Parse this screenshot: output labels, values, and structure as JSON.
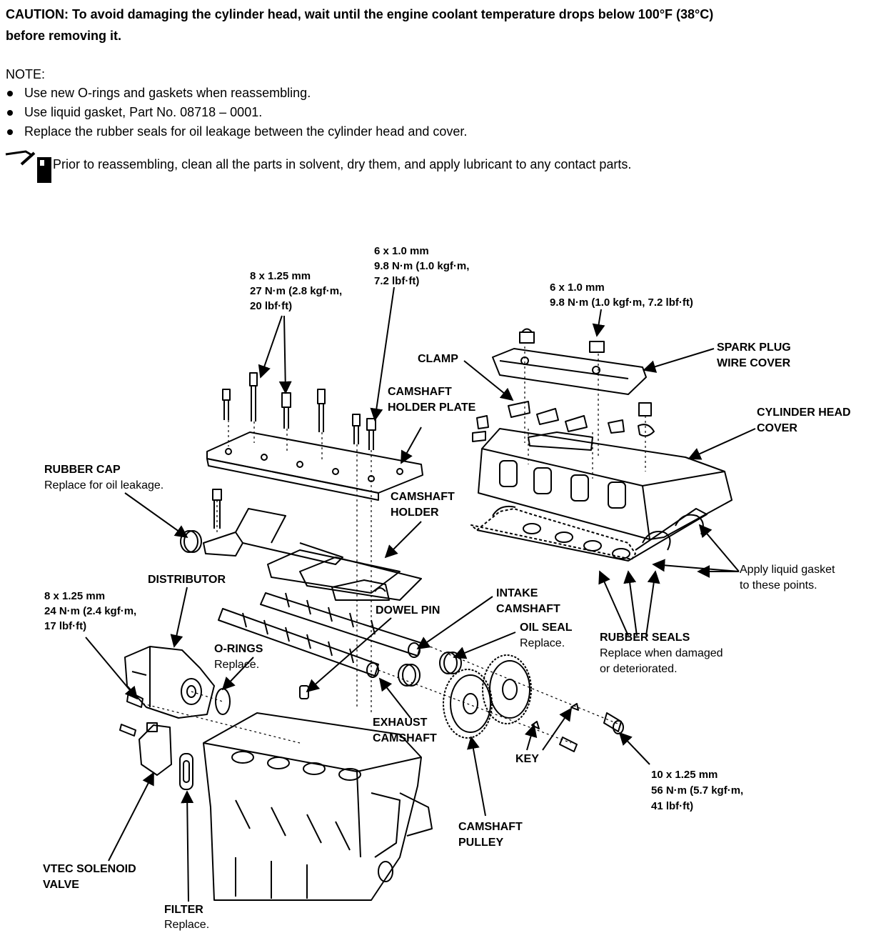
{
  "caution": {
    "label": "CAUTION:",
    "line1": "To avoid damaging the cylinder head, wait until the engine coolant temperature drops below 100°F (38°C)",
    "line2": "before removing it."
  },
  "note": {
    "title": "NOTE:",
    "items": [
      "Use new O-rings and gaskets when reassembling.",
      "Use liquid gasket, Part No. 08718 – 0001.",
      "Replace the rubber seals for oil leakage between the cylinder head and cover."
    ]
  },
  "lubricant_note": "Prior to reassembling, clean all the parts in solvent, dry them, and apply lubricant to any contact parts.",
  "labels": {
    "bolt_6x1_top": [
      "6 x 1.0 mm",
      "9.8 N·m (1.0 kgf·m,",
      "7.2 lbf·ft)"
    ],
    "bolt_8x125": [
      "8 x 1.25 mm",
      "27 N·m (2.8 kgf·m,",
      "20 lbf·ft)"
    ],
    "bolt_6x1_cover": [
      "6 x 1.0 mm",
      "9.8 N·m (1.0 kgf·m, 7.2 lbf·ft)"
    ],
    "clamp": "CLAMP",
    "spark_plug_wire_cover": [
      "SPARK PLUG",
      "WIRE COVER"
    ],
    "camshaft_holder_plate": [
      "CAMSHAFT",
      "HOLDER PLATE"
    ],
    "cylinder_head_cover": [
      "CYLINDER HEAD",
      "COVER"
    ],
    "rubber_cap": "RUBBER CAP",
    "rubber_cap_note": "Replace for oil leakage.",
    "camshaft_holder": [
      "CAMSHAFT",
      "HOLDER"
    ],
    "distributor": "DISTRIBUTOR",
    "bolt_8x125_dist": [
      "8 x 1.25 mm",
      "24 N·m (2.4 kgf·m,",
      "17 lbf·ft)"
    ],
    "apply_liquid_gasket": [
      "Apply liquid gasket",
      "to these points."
    ],
    "dowel_pin": "DOWEL PIN",
    "intake_camshaft": [
      "INTAKE",
      "CAMSHAFT"
    ],
    "oil_seal": "OIL SEAL",
    "oil_seal_note": "Replace.",
    "rubber_seals": "RUBBER SEALS",
    "rubber_seals_note": [
      "Replace when damaged",
      "or deteriorated."
    ],
    "o_rings": "O-RINGS",
    "o_rings_note": "Replace.",
    "exhaust_camshaft": [
      "EXHAUST",
      "CAMSHAFT"
    ],
    "key": "KEY",
    "bolt_10x125": [
      "10 x 1.25 mm",
      "56 N·m (5.7 kgf·m,",
      "41 lbf·ft)"
    ],
    "camshaft_pulley": [
      "CAMSHAFT",
      "PULLEY"
    ],
    "vtec_solenoid_valve": [
      "VTEC SOLENOID",
      "VALVE"
    ],
    "filter": "FILTER",
    "filter_note": "Replace."
  }
}
